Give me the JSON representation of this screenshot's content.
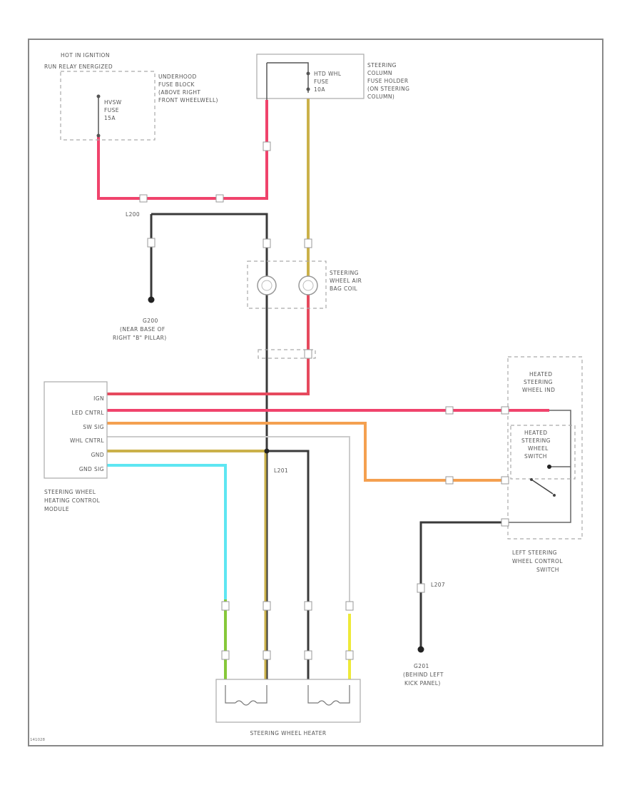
{
  "labels": {
    "hot_in_ignition": "HOT IN IGNITION",
    "relay_energized": "RUN RELAY ENERGIZED",
    "underhood_fuse_block": [
      "UNDERHOOD",
      "FUSE BLOCK",
      "(ABOVE RIGHT",
      "FRONT WHEELWELL)"
    ],
    "hvsw_fuse": [
      "HVSW",
      "FUSE",
      "15A"
    ],
    "htd_whl_fuse": [
      "HTD WHL",
      "FUSE",
      "10A"
    ],
    "steering_column_fuse_holder": [
      "STEERING",
      "COLUMN",
      "FUSE HOLDER",
      "(ON STEERING",
      "COLUMN)"
    ],
    "steering_wheel_air_bag_coil": [
      "STEERING",
      "WHEEL AIR",
      "BAG COIL"
    ],
    "ground_g200": [
      "G200",
      "(NEAR BASE OF",
      "RIGHT \"B\" PILLAR)"
    ],
    "module_name": [
      "STEERING WHEEL",
      "HEATING CONTROL",
      "MODULE"
    ],
    "module_pins": [
      "IGN",
      "LED CNTRL",
      "SW SIG",
      "WHL CNTRL",
      "GND",
      "GND SIG"
    ],
    "heated_steering_wheel_led": [
      "HEATED",
      "STEERING",
      "WHEEL IND"
    ],
    "heated_steering_wheel_switch": [
      "HEATED",
      "STEERING",
      "WHEEL",
      "SWITCH"
    ],
    "left_steering_wheel_control_switch": [
      "LEFT STEERING",
      "WHEEL CONTROL",
      "SWITCH"
    ],
    "ground_g201": [
      "G201",
      "(BEHIND LEFT",
      "KICK PANEL)"
    ],
    "steering_wheel_heater": "STEERING WHEEL HEATER",
    "splice_l201": "L201",
    "splice_l207": "L207",
    "splice_l200": "L200",
    "diagram_id": "141028"
  },
  "colors": {
    "pink": "#f0436c",
    "tan": "#cbb14a",
    "black": "#3a3a3a",
    "orange": "#f4a050",
    "white": "#cccccc",
    "ltblue": "#5ee6f2",
    "green": "#86c83a",
    "yellow": "#eeea38",
    "red": "#e64a5e"
  }
}
